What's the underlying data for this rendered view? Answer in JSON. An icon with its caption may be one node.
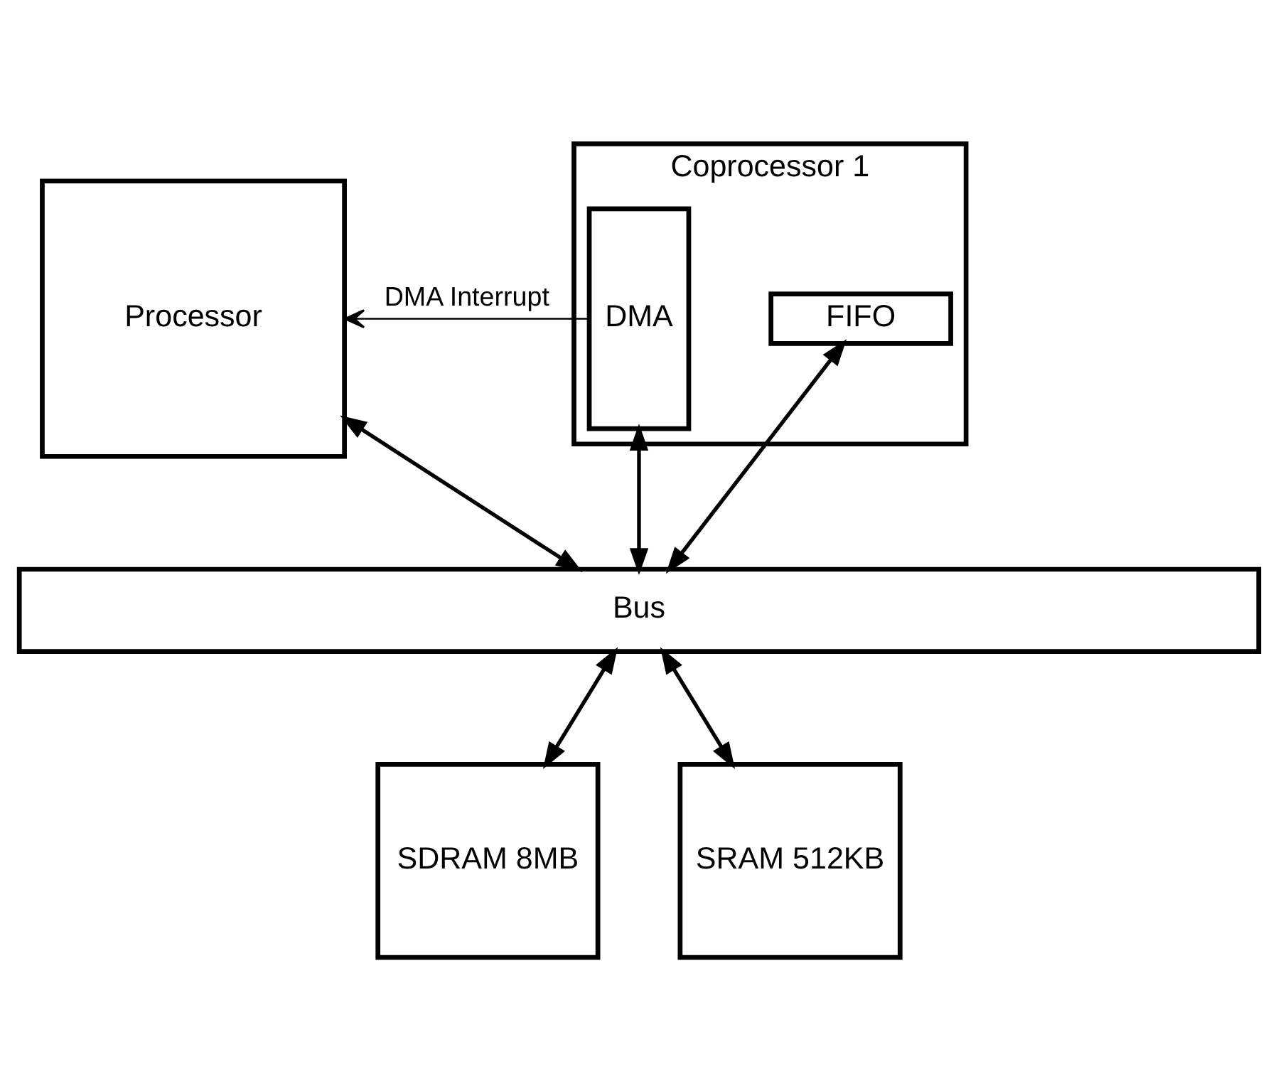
{
  "diagram": {
    "nodes": [
      {
        "text": [
          "Processor"
        ]
      },
      {
        "text": [
          "Coprocessor 1"
        ]
      },
      {
        "text": [
          "DMA"
        ],
        "in": 1
      },
      {
        "text": [
          "FIFO"
        ],
        "in": 1
      },
      {
        "text": [
          "Bus"
        ]
      },
      {
        "text": [
          "SDRAM 8MB"
        ]
      },
      {
        "text": [
          "SRAM 512KB"
        ]
      }
    ],
    "edges": [
      {
        "from": 2,
        "to": 0,
        "arrow": "to",
        "label": "DMA Interrupt"
      },
      {
        "from": 0,
        "to": 4,
        "arrow": "both"
      },
      {
        "from": 2,
        "to": 4,
        "arrow": "both"
      },
      {
        "from": 3,
        "to": 4,
        "arrow": "both"
      },
      {
        "from": 4,
        "to": 5,
        "arrow": "both"
      },
      {
        "from": 4,
        "to": 6,
        "arrow": "both"
      }
    ]
  }
}
